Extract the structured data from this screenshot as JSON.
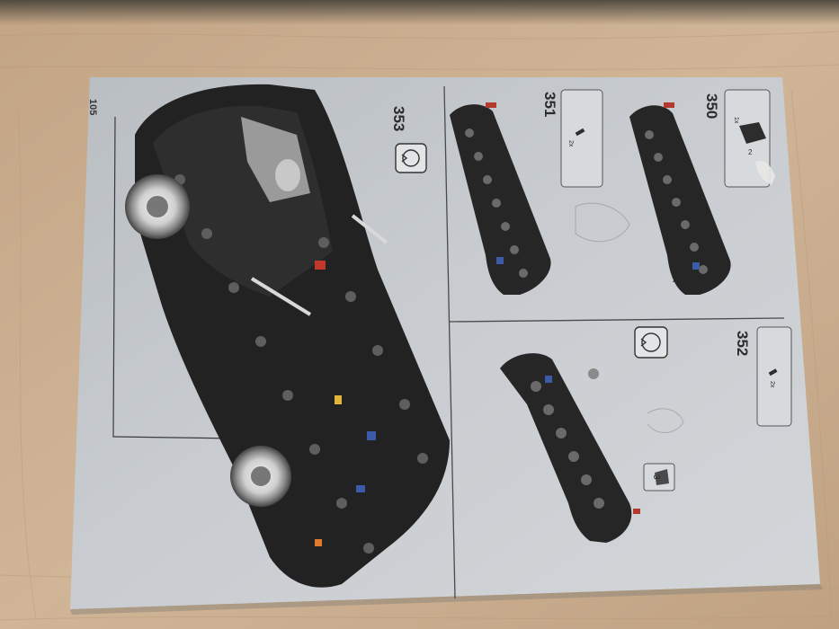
{
  "manual": {
    "page_number": "105",
    "steps": [
      {
        "number": "350",
        "callout_qty": "1x"
      },
      {
        "number": "351",
        "callout_qty": "2x"
      },
      {
        "number": "352",
        "callout_qty": "2x"
      },
      {
        "number": "353"
      }
    ],
    "callout_markers": [
      "2",
      "2"
    ],
    "sub_assembly_count": "3"
  }
}
